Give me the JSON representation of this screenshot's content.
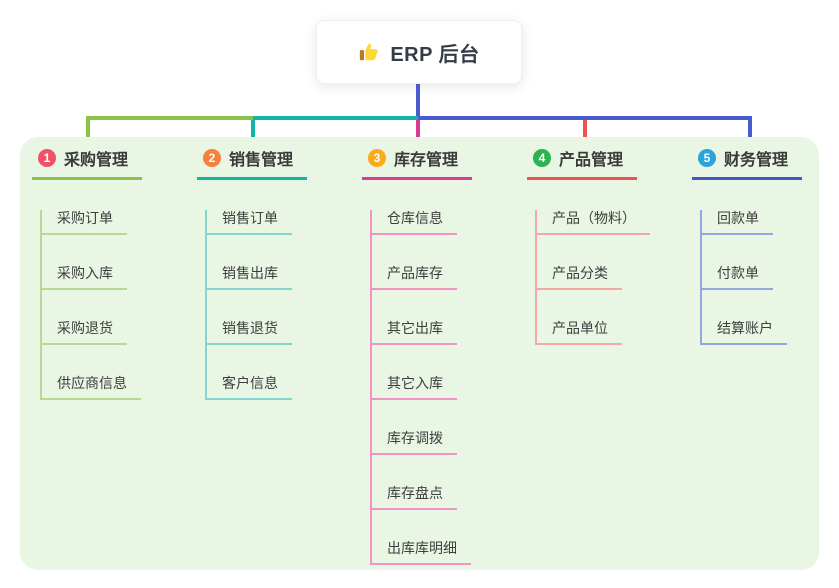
{
  "root": {
    "title": "ERP 后台",
    "icon": "thumbs-up-icon"
  },
  "canvas": {
    "background": "#ffffff",
    "panel_background": "#e9f6e4",
    "trunk_color": "#4a5bd0",
    "text_color": "#3a3a3a"
  },
  "branches": [
    {
      "badge": "1",
      "badge_color": "#f0516b",
      "title": "采购管理",
      "color": "#8bc34a",
      "child_color": "#b7da92",
      "children": [
        "采购订单",
        "采购入库",
        "采购退货",
        "供应商信息"
      ]
    },
    {
      "badge": "2",
      "badge_color": "#f5813c",
      "title": "销售管理",
      "color": "#12b3a8",
      "child_color": "#82d6cf",
      "children": [
        "销售订单",
        "销售出库",
        "销售退货",
        "客户信息"
      ]
    },
    {
      "badge": "3",
      "badge_color": "#fbab19",
      "title": "库存管理",
      "color": "#dd3a90",
      "child_color": "#f392c4",
      "children": [
        "仓库信息",
        "产品库存",
        "其它出库",
        "其它入库",
        "库存调拨",
        "库存盘点",
        "出库库明细"
      ]
    },
    {
      "badge": "4",
      "badge_color": "#2cb34f",
      "title": "产品管理",
      "color": "#ef5350",
      "child_color": "#f7a8a4",
      "children": [
        "产品（物料）",
        "产品分类",
        "产品单位"
      ]
    },
    {
      "badge": "5",
      "badge_color": "#2ba3dd",
      "title": "财务管理",
      "color": "#4257c8",
      "child_color": "#93a7e0",
      "children": [
        "回款单",
        "付款单",
        "结算账户"
      ]
    }
  ]
}
